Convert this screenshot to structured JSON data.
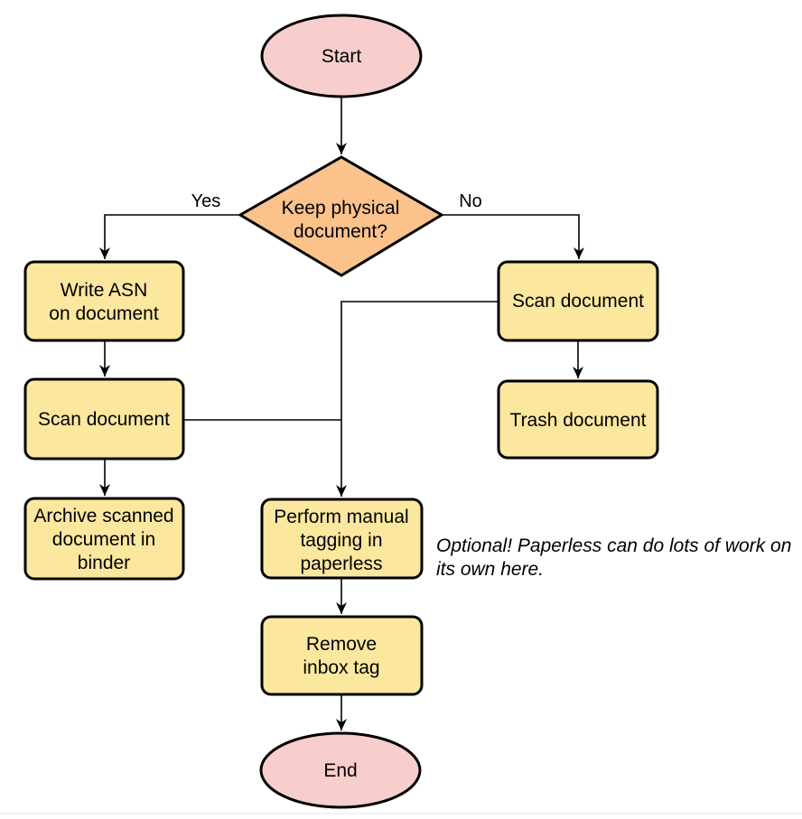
{
  "diagram": {
    "type": "flowchart",
    "nodes": {
      "start": {
        "label": "Start"
      },
      "decision": {
        "lines": [
          "Keep physical",
          "document?"
        ]
      },
      "write_asn": {
        "lines": [
          "Write ASN",
          "on document"
        ]
      },
      "scan_left": {
        "label": "Scan document"
      },
      "archive": {
        "lines": [
          "Archive scanned",
          "document in",
          "binder"
        ]
      },
      "scan_right": {
        "label": "Scan document"
      },
      "trash": {
        "label": "Trash document"
      },
      "tagging": {
        "lines": [
          "Perform manual",
          "tagging in",
          "paperless"
        ]
      },
      "remove_inbox": {
        "lines": [
          "Remove",
          "inbox tag"
        ]
      },
      "end": {
        "label": "End"
      }
    },
    "edge_labels": {
      "yes": "Yes",
      "no": "No"
    },
    "annotation": {
      "lines": [
        "Optional! Paperless can do lots of work on",
        "its own here."
      ]
    },
    "colors": {
      "terminator_fill": "#F8CECC",
      "decision_fill": "#FBC28C",
      "process_fill": "#FCE79E",
      "stroke": "#000000",
      "text": "#000000",
      "divider": "#F3EEEE"
    }
  }
}
